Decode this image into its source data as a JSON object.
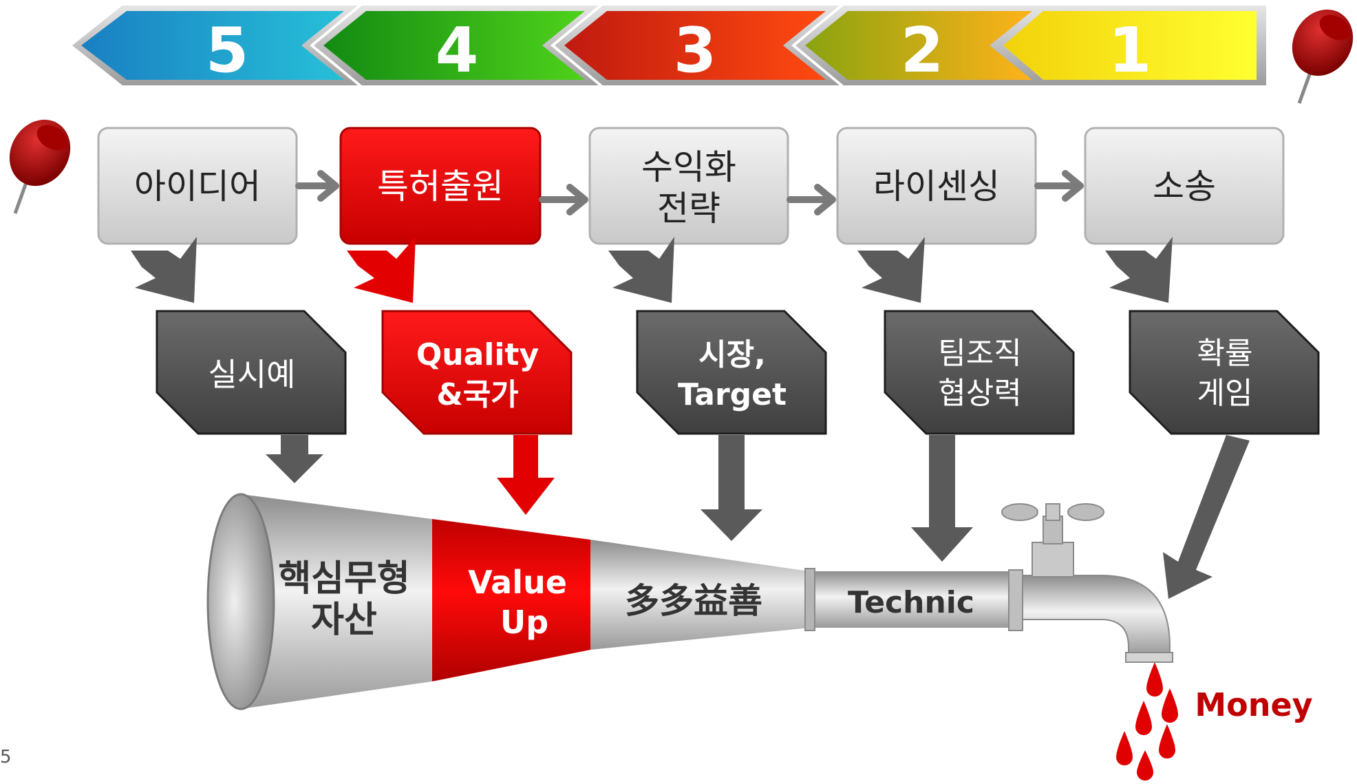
{
  "stages": [
    {
      "number": "5",
      "color_start": "#1a7fc2",
      "color_end": "#27c0d8"
    },
    {
      "number": "4",
      "color_start": "#138a13",
      "color_end": "#4fd21b"
    },
    {
      "number": "3",
      "color_start": "#c01a10",
      "color_end": "#ff4a10"
    },
    {
      "number": "2",
      "color_start": "#8aa310",
      "color_end": "#ffb21a"
    },
    {
      "number": "1",
      "color_start": "#f2d20a",
      "color_end": "#ffff30"
    }
  ],
  "steps": [
    {
      "label_lines": [
        "아이디어"
      ],
      "highlighted": false
    },
    {
      "label_lines": [
        "특허출원"
      ],
      "highlighted": true
    },
    {
      "label_lines": [
        "수익화",
        "전략"
      ],
      "highlighted": false
    },
    {
      "label_lines": [
        "라이센싱"
      ],
      "highlighted": false
    },
    {
      "label_lines": [
        "소송"
      ],
      "highlighted": false
    }
  ],
  "factors": [
    {
      "label_lines": [
        "실시예"
      ],
      "highlighted": false
    },
    {
      "label_lines": [
        "Quality",
        "&국가"
      ],
      "highlighted": true
    },
    {
      "label_lines": [
        "시장,",
        "Target"
      ],
      "highlighted": false
    },
    {
      "label_lines": [
        "팀조직",
        "협상력"
      ],
      "highlighted": false
    },
    {
      "label_lines": [
        "확률",
        "게임"
      ],
      "highlighted": false
    }
  ],
  "funnel": {
    "segments": [
      {
        "label_lines": [
          "핵심무형",
          "자산"
        ]
      },
      {
        "label_lines": [
          "Value",
          "Up"
        ]
      },
      {
        "label_lines": [
          "多多益善"
        ]
      },
      {
        "label_lines": [
          "Technic"
        ]
      }
    ]
  },
  "output_label": "Money",
  "page_number": "5",
  "colors": {
    "highlight_red": "#e30000",
    "dark_gray": "#555555",
    "light_gray_box": "#d8d8d8",
    "money_red": "#c00000"
  },
  "icons": [
    "pushpin-icon",
    "faucet-icon",
    "drop-icon"
  ]
}
